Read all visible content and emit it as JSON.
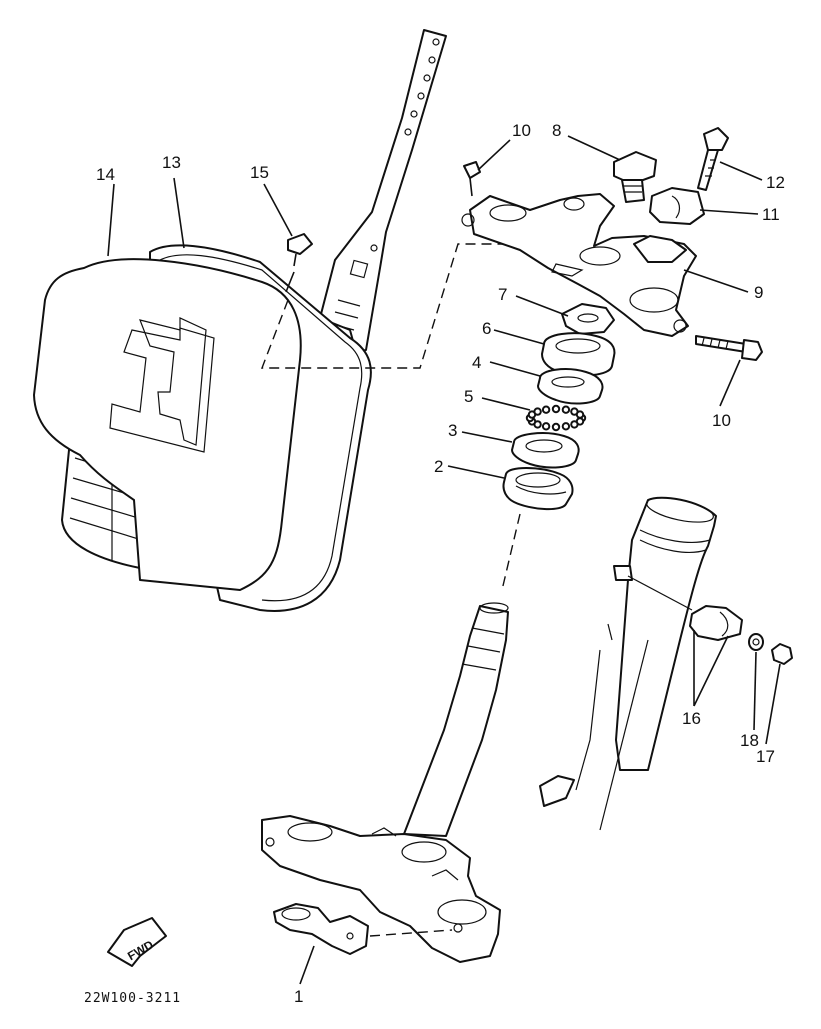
{
  "callouts": {
    "c1": "1",
    "c2": "2",
    "c3": "3",
    "c4": "4",
    "c5": "5",
    "c6": "6",
    "c7": "7",
    "c8": "8",
    "c9": "9",
    "c10a": "10",
    "c10b": "10",
    "c11": "11",
    "c12": "12",
    "c13": "13",
    "c14": "14",
    "c15": "15",
    "c16": "16",
    "c17": "17",
    "c18": "18"
  },
  "plate_number": "1",
  "fwd_label": "FWD",
  "diagram_code": "22W100-3211"
}
